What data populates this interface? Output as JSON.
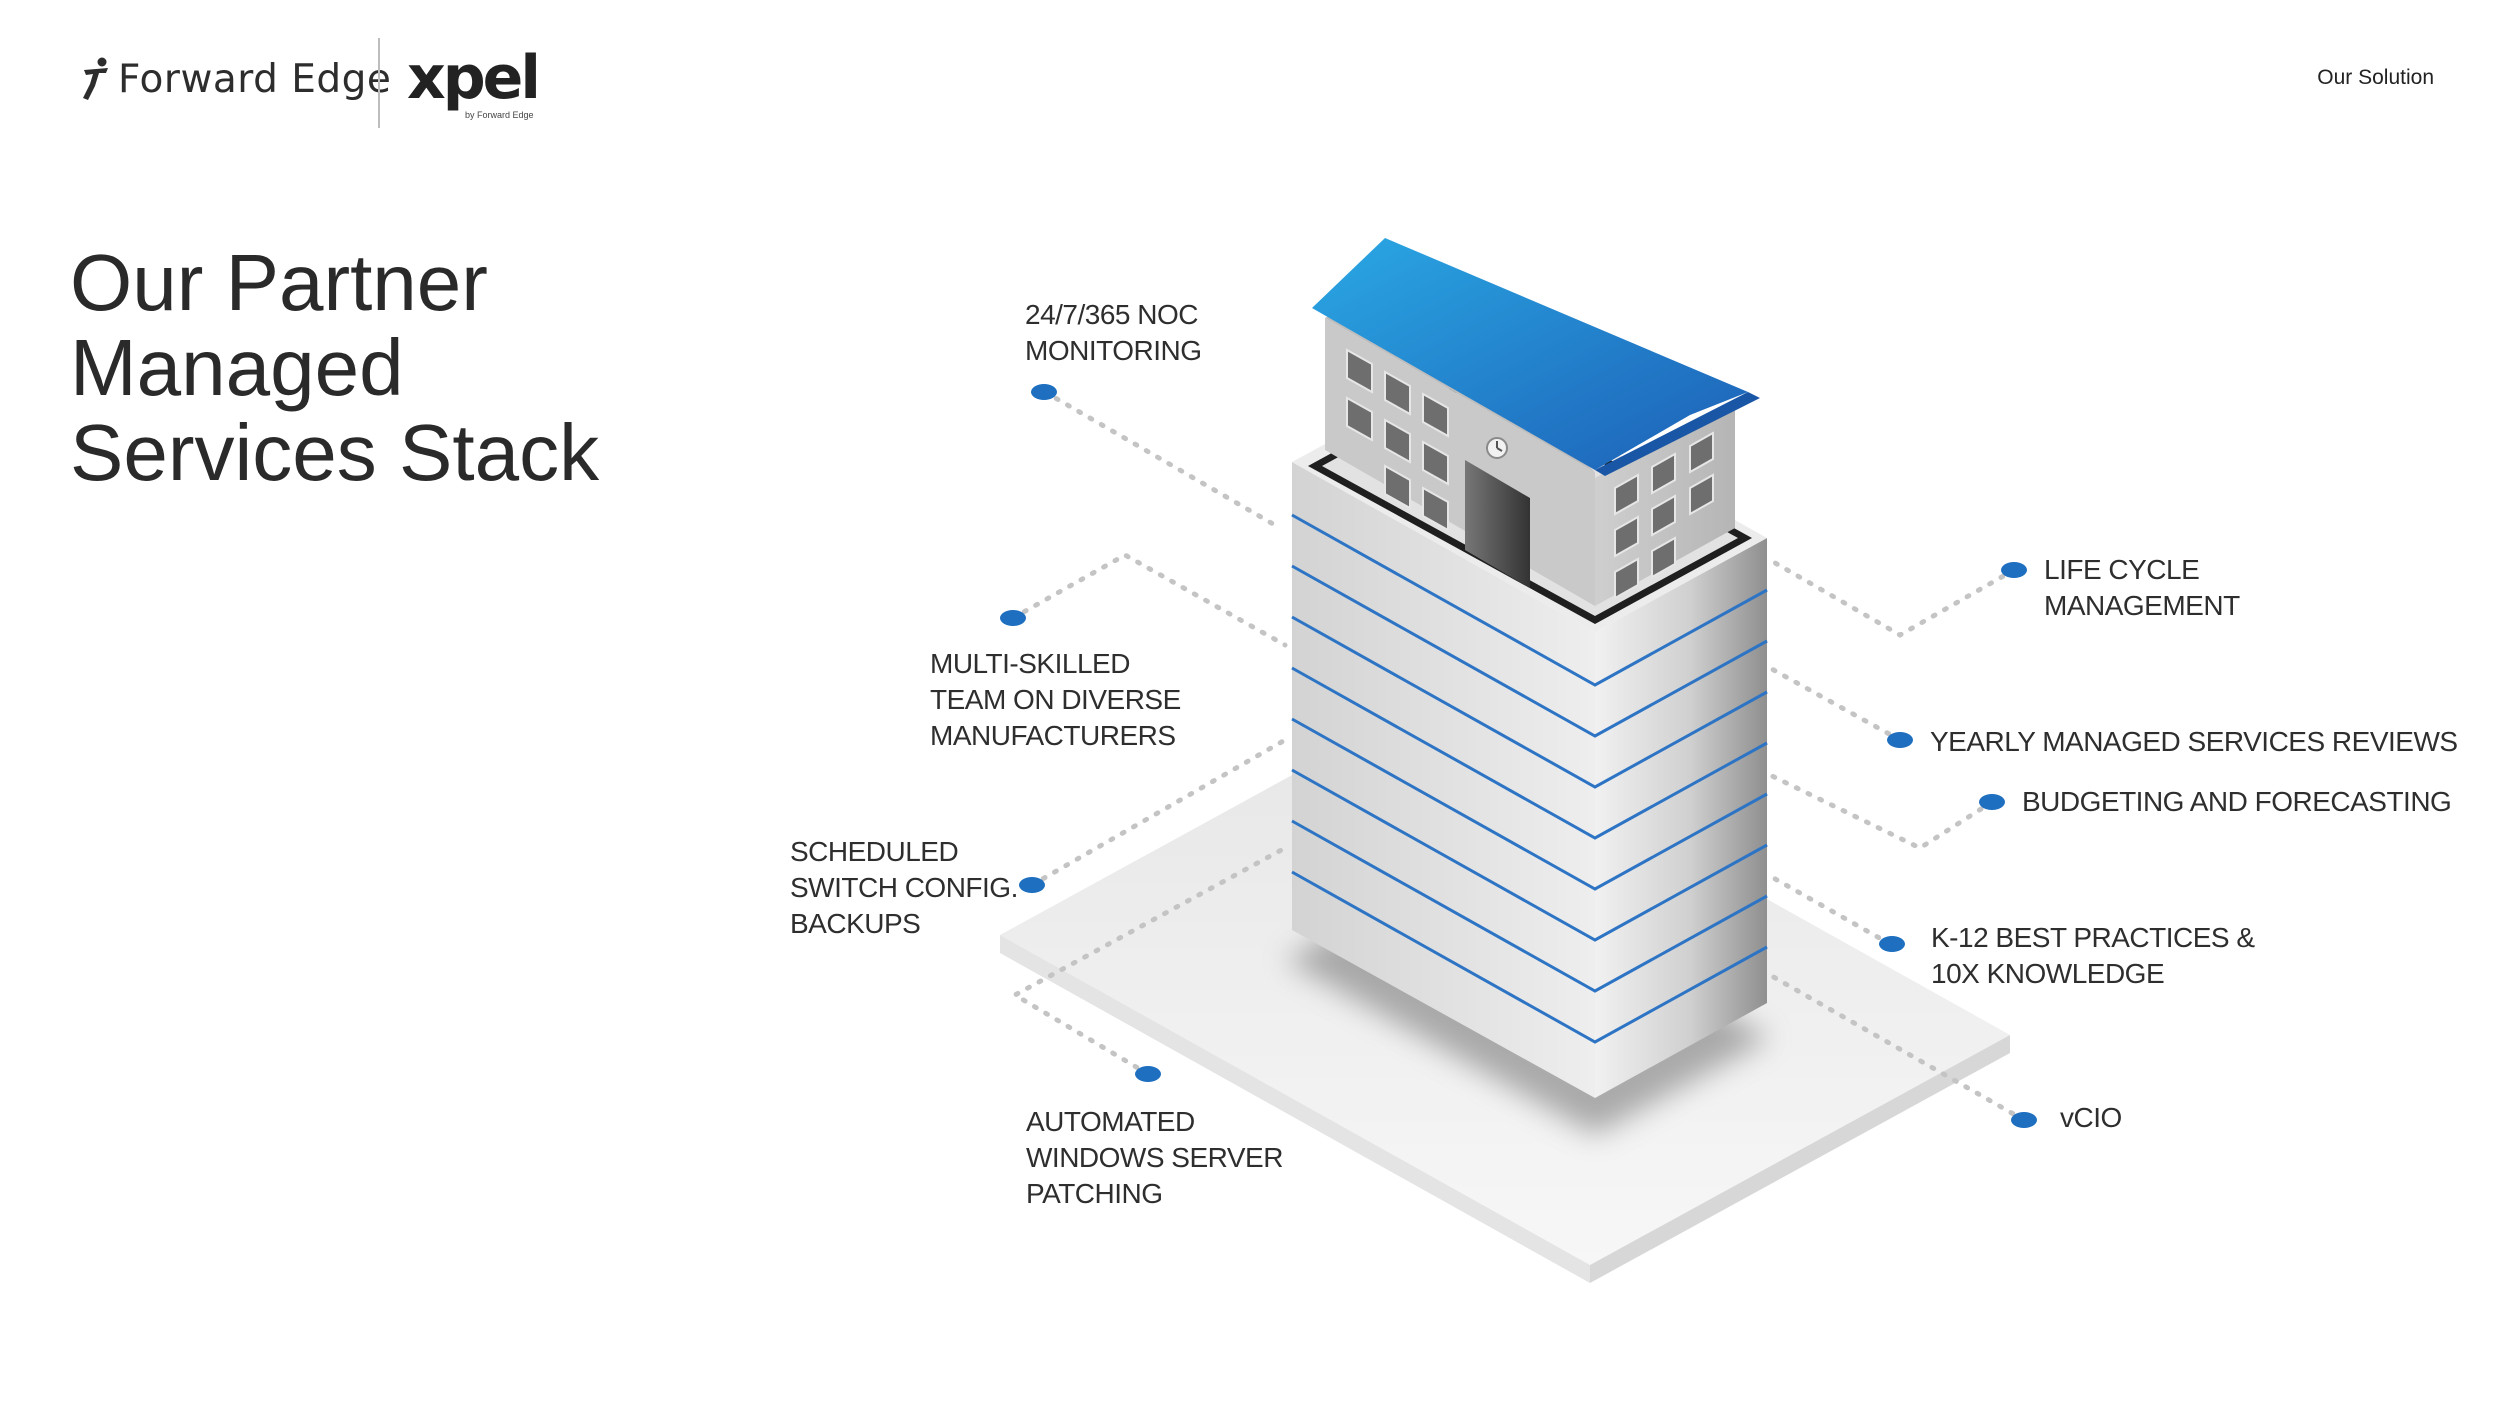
{
  "header": {
    "brand_name": "Forward Edge",
    "partner_brand": "xpel",
    "partner_tagline": "by Forward Edge",
    "section": "Our Solution"
  },
  "title": {
    "lines": [
      "Our Partner",
      "Managed",
      "Services Stack"
    ]
  },
  "callouts": {
    "noc": [
      "24/7/365 NOC",
      "MONITORING"
    ],
    "team": [
      "MULTI-SKILLED",
      "TEAM ON DIVERSE",
      "MANUFACTURERS"
    ],
    "backups": [
      "SCHEDULED",
      "SWITCH CONFIG.",
      "BACKUPS"
    ],
    "patching": [
      "AUTOMATED",
      "WINDOWS SERVER",
      "PATCHING"
    ],
    "lifecycle": [
      "LIFE CYCLE",
      "MANAGEMENT"
    ],
    "reviews": [
      "YEARLY MANAGED SERVICES REVIEWS"
    ],
    "budgeting": [
      "BUDGETING AND FORECASTING"
    ],
    "k12": [
      "K-12 BEST PRACTICES &",
      "10X KNOWLEDGE"
    ],
    "vcio": [
      "vCIO"
    ]
  },
  "colors": {
    "accent_blue": "#1f6fc0",
    "roof_light": "#29a3e0",
    "roof_dark": "#1d63b8",
    "text": "#2b2b2b"
  }
}
